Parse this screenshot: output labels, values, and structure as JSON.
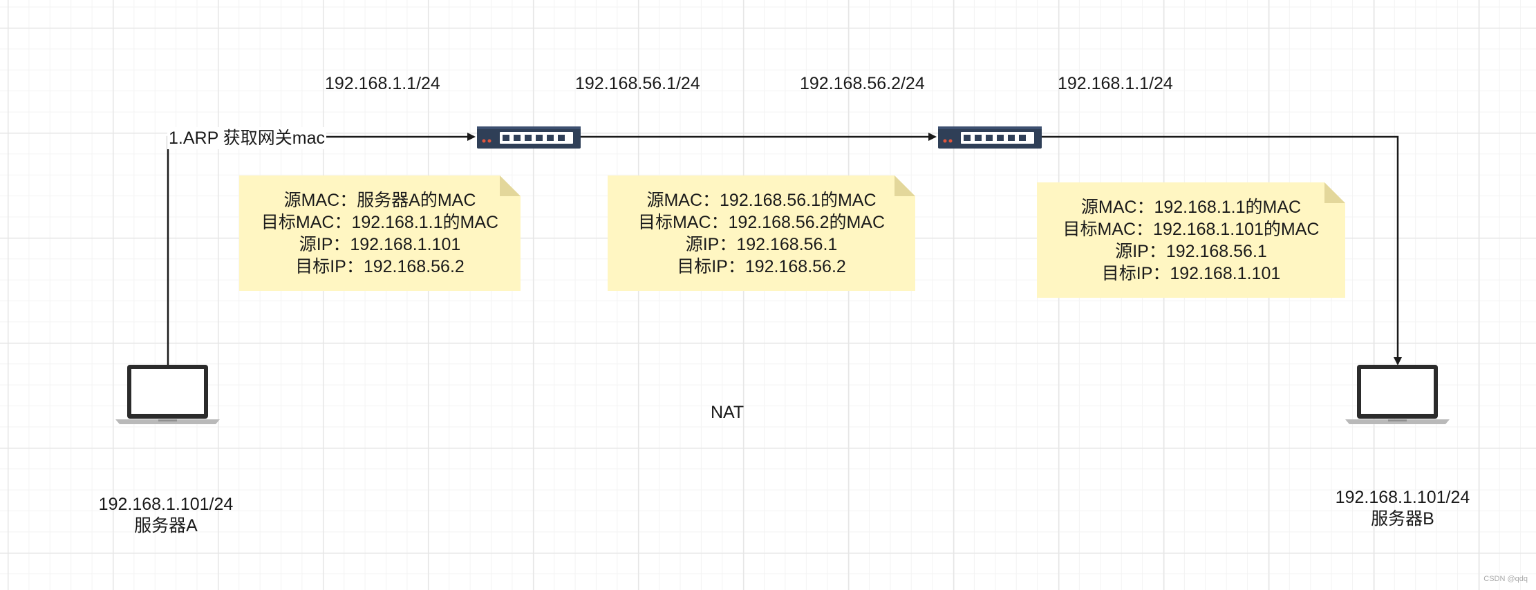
{
  "colors": {
    "line": "#1a1a1a",
    "note_fill": "#fff6c2",
    "note_fold": "#e3d79b",
    "switch_body": "#2f3f57",
    "switch_port": "#ffffff",
    "switch_led": "#e0553c"
  },
  "labels": {
    "ip_left_router": "192.168.1.1/24",
    "ip_center_left": "192.168.56.1/24",
    "ip_center_right": "192.168.56.2/24",
    "ip_right_router": "192.168.1.1/24",
    "arp": "1.ARP 获取网关mac",
    "nat": "NAT"
  },
  "server_a": {
    "ip": "192.168.1.101/24",
    "name": "服务器A",
    "icon": "laptop-icon"
  },
  "server_b": {
    "ip": "192.168.1.101/24",
    "name": "服务器B",
    "icon": "laptop-icon"
  },
  "switches": [
    {
      "name": "switch-left",
      "icon": "network-switch-icon"
    },
    {
      "name": "switch-right",
      "icon": "network-switch-icon"
    }
  ],
  "notes": [
    {
      "lines": [
        "源MAC：服务器A的MAC",
        "目标MAC：192.168.1.1的MAC",
        "源IP：192.168.1.101",
        "目标IP：192.168.56.2"
      ]
    },
    {
      "lines": [
        "源MAC：192.168.56.1的MAC",
        "目标MAC：192.168.56.2的MAC",
        "源IP：192.168.56.1",
        "目标IP：192.168.56.2"
      ]
    },
    {
      "lines": [
        "源MAC：192.168.1.1的MAC",
        "目标MAC：192.168.1.101的MAC",
        "源IP：192.168.56.1",
        "目标IP：192.168.1.101"
      ]
    }
  ],
  "watermark": "CSDN @qdq"
}
